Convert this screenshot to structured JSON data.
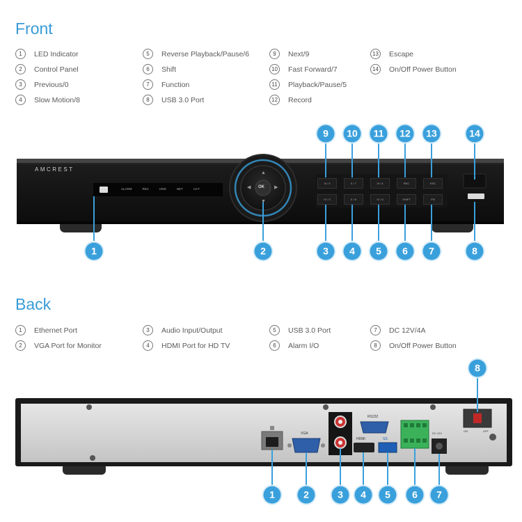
{
  "front": {
    "heading": "Front",
    "legend": [
      {
        "num": "1",
        "label": "LED Indicator"
      },
      {
        "num": "2",
        "label": "Control Panel"
      },
      {
        "num": "3",
        "label": "Previous/0"
      },
      {
        "num": "4",
        "label": "Slow Motion/8"
      },
      {
        "num": "5",
        "label": "Reverse Playback/Pause/6"
      },
      {
        "num": "6",
        "label": "Shift"
      },
      {
        "num": "7",
        "label": "Function"
      },
      {
        "num": "8",
        "label": "USB 3.0 Port"
      },
      {
        "num": "9",
        "label": "Next/9"
      },
      {
        "num": "10",
        "label": "Fast Forward/7"
      },
      {
        "num": "11",
        "label": "Playback/Pause/5"
      },
      {
        "num": "12",
        "label": "Record"
      },
      {
        "num": "13",
        "label": "Escape"
      },
      {
        "num": "14",
        "label": "On/Off Power Button"
      }
    ],
    "device": {
      "brand": "AMCREST",
      "display_labels": [
        "ALARM",
        "REC",
        "HDD",
        "NET",
        "ACT"
      ],
      "ok_label": "OK",
      "top_buttons": [
        "III / 9",
        "II / 7",
        "III / 5",
        "REC",
        "ESC"
      ],
      "bottom_buttons": [
        "IV / 0",
        "II / 8",
        "IV / 6",
        "SHIFT",
        "FN"
      ]
    },
    "badges_top": [
      "9",
      "10",
      "11",
      "12",
      "13",
      "14"
    ],
    "badges_bottom": [
      "1",
      "2",
      "3",
      "4",
      "5",
      "6",
      "7",
      "8"
    ]
  },
  "back": {
    "heading": "Back",
    "legend": [
      {
        "num": "1",
        "label": "Ethernet Port"
      },
      {
        "num": "2",
        "label": "VGA Port for Monitor"
      },
      {
        "num": "3",
        "label": "Audio Input/Output"
      },
      {
        "num": "4",
        "label": "HDMI Port for HD TV"
      },
      {
        "num": "5",
        "label": "USB 3.0 Port"
      },
      {
        "num": "6",
        "label": "Alarm I/O"
      },
      {
        "num": "7",
        "label": "DC 12V/4A"
      },
      {
        "num": "8",
        "label": "On/Off Power Button"
      }
    ],
    "device": {
      "vga_label": "VGA",
      "rs232_label": "RS232",
      "hdmi_label": "HDMI",
      "usb_label": "SS",
      "dc_label": "DC 12V",
      "on_label": "ON",
      "off_label": "OFF"
    },
    "badges": [
      "1",
      "2",
      "3",
      "4",
      "5",
      "6",
      "7",
      "8"
    ]
  }
}
